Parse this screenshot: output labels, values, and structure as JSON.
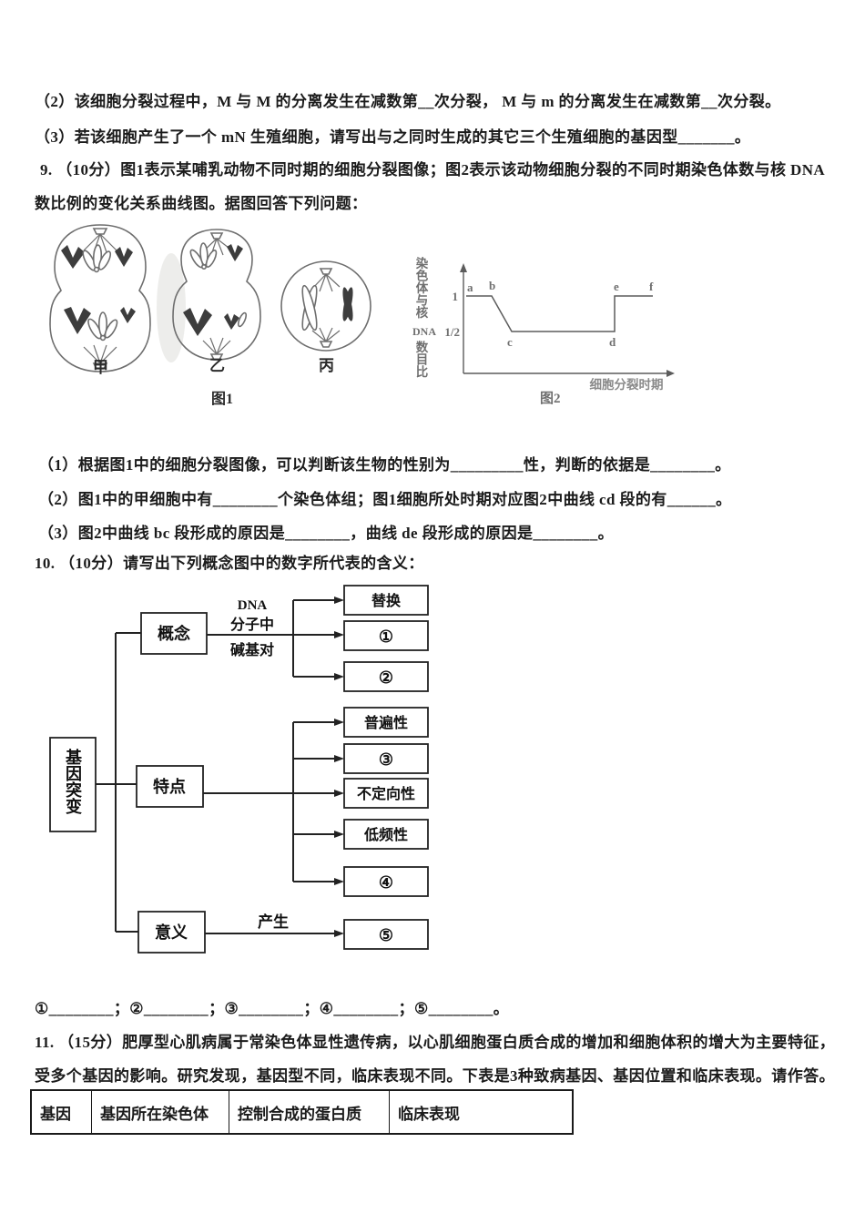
{
  "page": {
    "background": "#ffffff",
    "text_color": "#1b1b1b"
  },
  "q8": {
    "part2": "（2）该细胞分裂过程中，M 与 M 的分离发生在减数第__次分裂， M 与 m 的分离发生在减数第__次分裂。",
    "part3": "（3）若该细胞产生了一个 mN 生殖细胞，请写出与之同时生成的其它三个生殖细胞的基因型_______。"
  },
  "q9": {
    "stem1": "9. （10分）图1表示某哺乳动物不同时期的细胞分裂图像；图2表示该动物细胞分裂的不同时期染色体数与核 DNA",
    "stem2": "数比例的变化关系曲线图。据图回答下列问题：",
    "fig1": {
      "cells": [
        "甲",
        "乙",
        "丙"
      ],
      "caption": "图1"
    },
    "fig2": {
      "caption": "图2",
      "ylabel_top": "染色体与核",
      "ylabel_mid": "DNA",
      "ylabel_bottom": "数目比",
      "ytick_1": "1",
      "ytick_half": "1/2",
      "xlabel": "细胞分裂时期",
      "points": [
        "a",
        "b",
        "c",
        "d",
        "e",
        "f"
      ]
    },
    "sub1": "（1）根据图1中的细胞分裂图像，可以判断该生物的性别为_________性，判断的依据是________。",
    "sub2": "（2）图1中的甲细胞中有________个染色体组；图1细胞所处时期对应图2中曲线 cd 段的有______。",
    "sub3": "（3）图2中曲线 bc 段形成的原因是________，曲线 de 段形成的原因是________。"
  },
  "q10": {
    "stem": "10. （10分）请写出下列概念图中的数字所代表的含义：",
    "map": {
      "root": "基因突变",
      "branches": [
        "概念",
        "特点",
        "意义"
      ],
      "edge_concept": [
        "DNA",
        "分子中",
        "碱基对"
      ],
      "edge_meaning": "产生",
      "concept_boxes": [
        "替换",
        "①",
        "②"
      ],
      "feature_boxes": [
        "普遍性",
        "③",
        "不定向性",
        "低频性",
        "④"
      ],
      "meaning_box": "⑤"
    },
    "blanks": "①________；②________；③________；④________；⑤________。"
  },
  "q11": {
    "stem1": "11. （15分）肥厚型心肌病属于常染色体显性遗传病，以心肌细胞蛋白质合成的增加和细胞体积的增大为主要特征，",
    "stem2": "受多个基因的影响。研究发现，基因型不同，临床表现不同。下表是3种致病基因、基因位置和临床表现。请作答。",
    "table": {
      "headers": [
        "基因",
        "基因所在染色体",
        "控制合成的蛋白质",
        "临床表现"
      ]
    }
  },
  "chart_data": {
    "type": "line",
    "title": "图2",
    "xlabel": "细胞分裂时期",
    "ylabel": "染色体与核DNA数目比",
    "yticks": [
      "1/2",
      "1"
    ],
    "ylim": [
      0,
      1.2
    ],
    "grid": false,
    "series": [
      {
        "name": "染色体/核DNA比",
        "points": [
          {
            "label": "a",
            "x": 0,
            "y": 1
          },
          {
            "label": "b",
            "x": 1,
            "y": 1
          },
          {
            "label": "c",
            "x": 2,
            "y": 0.5
          },
          {
            "label": "d",
            "x": 3,
            "y": 0.5
          },
          {
            "label": "e",
            "x": 3,
            "y": 1
          },
          {
            "label": "f",
            "x": 4,
            "y": 1
          }
        ]
      }
    ]
  }
}
